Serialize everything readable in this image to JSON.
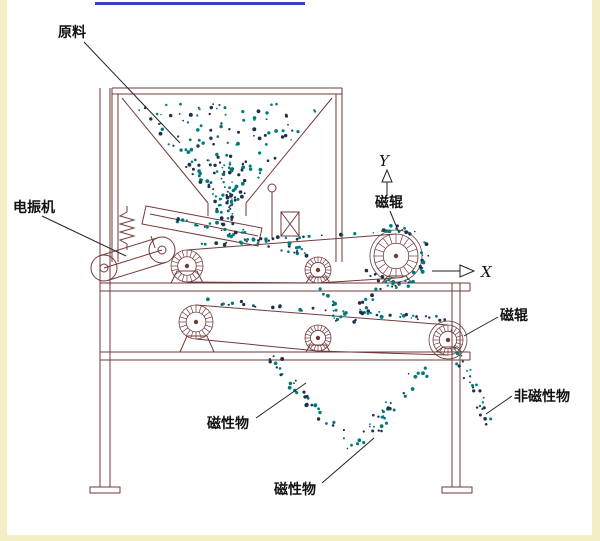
{
  "diagram": {
    "labels": {
      "raw_material": "原料",
      "vibrator": "电振机",
      "magnetic_roller_top": "磁辊",
      "magnetic_roller_right": "磁辊",
      "non_magnetic": "非磁性物",
      "magnetic_material_left": "磁性物",
      "magnetic_material_bottom": "磁性物",
      "axis_x": "X",
      "axis_y": "Y"
    },
    "colors": {
      "machine_line": "#713a3a",
      "annotation_line": "#222222",
      "particle_teal": "#007b7b",
      "particle_dark": "#20304a",
      "page_border": "#f4efc3",
      "top_bar": "#3b3bd0"
    }
  }
}
